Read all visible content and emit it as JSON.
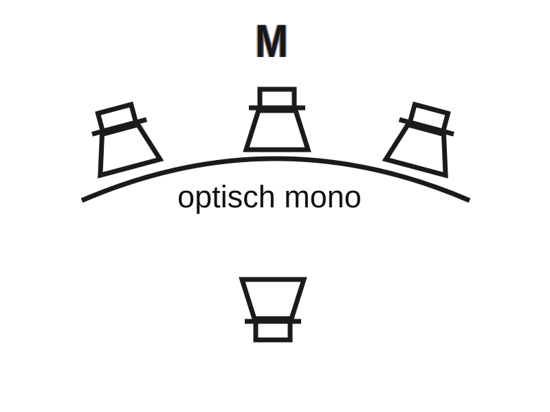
{
  "diagram": {
    "mono_symbol": "M",
    "caption": "optisch mono"
  },
  "colors": {
    "background": "#ffffff",
    "ink": "#1b1b1b",
    "m_core": "#15171c",
    "m_fringe_warm": "#c27a2c",
    "m_fringe_cool": "#3f79cf"
  },
  "icons": {
    "speaker_top_left": "loudspeaker-icon",
    "speaker_top_center": "loudspeaker-icon",
    "speaker_top_right": "loudspeaker-icon",
    "speaker_bottom": "loudspeaker-icon",
    "arc": "stage-arc-line"
  }
}
